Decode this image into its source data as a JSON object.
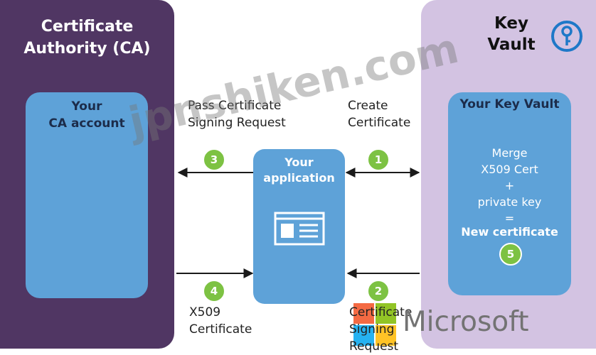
{
  "ca": {
    "title": "Certificate\nAuthority (CA)",
    "account": "Your\nCA account"
  },
  "key_vault": {
    "title": "Key\nVault",
    "logo_icon": "key-vault-icon",
    "box_title": "Your Key Vault",
    "merge": "Merge\nX509 Cert\n+\nprivate key\n=",
    "result": "New certificate"
  },
  "application": {
    "label": "Your\napplication",
    "icon": "certificate-document-icon"
  },
  "labels": {
    "pass_csr": "Pass Certificate\nSigning Request",
    "create_cert": "Create\nCertificate",
    "x509": "X509\nCertificate",
    "csr": "Certificate\nSigning\nRequest"
  },
  "steps": {
    "s1": "1",
    "s2": "2",
    "s3": "3",
    "s4": "4",
    "s5": "5"
  },
  "branding": {
    "microsoft": "Microsoft",
    "watermark": "jpnshiken.com"
  },
  "colors": {
    "ca_panel": "#503663",
    "key_vault_panel": "#d3c3e2",
    "box_blue": "#5ea2d8",
    "step_green": "#7dc243"
  }
}
